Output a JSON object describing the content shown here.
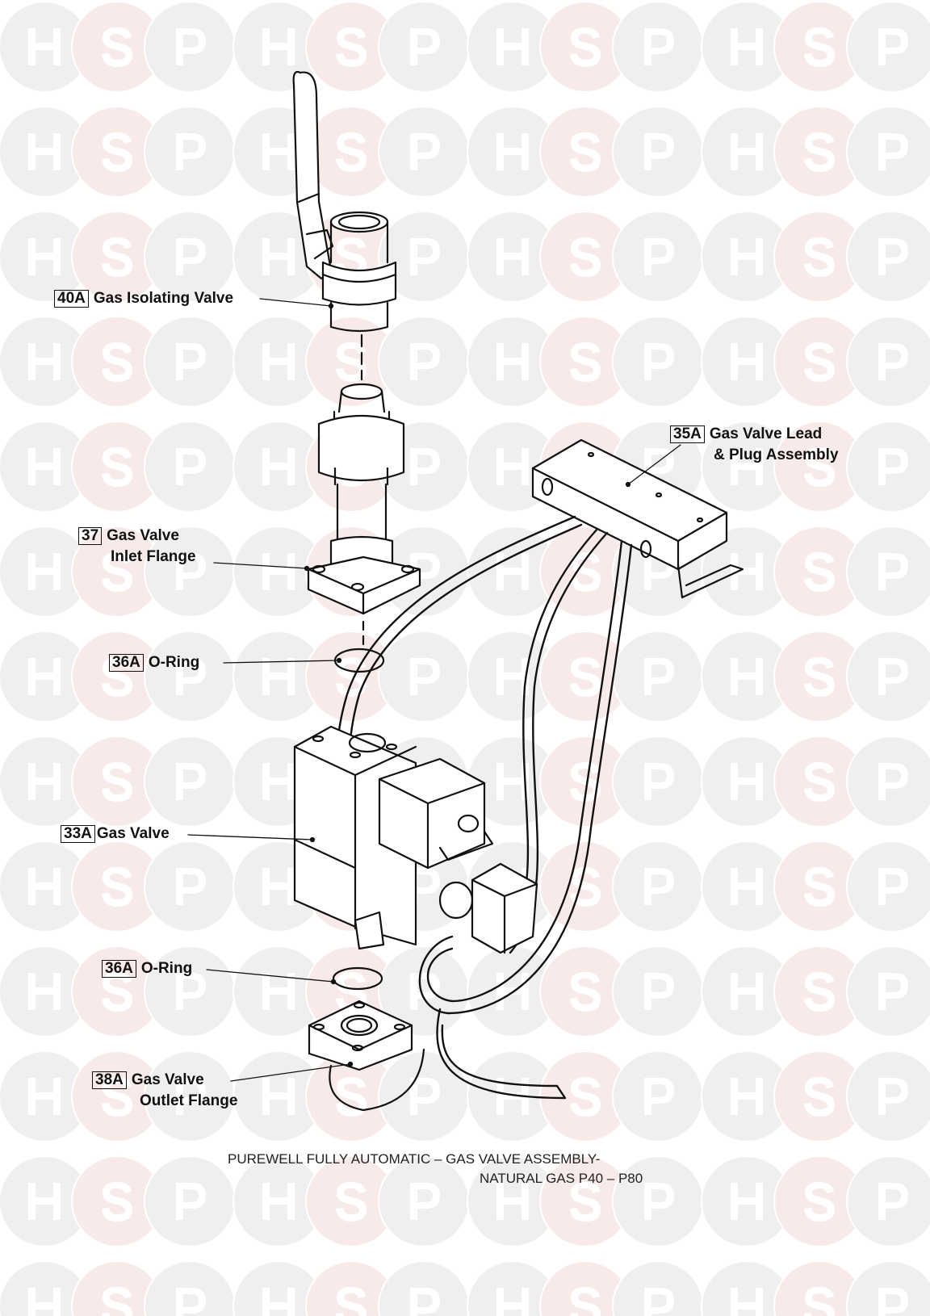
{
  "watermark": {
    "letters": [
      "H",
      "S",
      "P"
    ],
    "colors": {
      "H": "#efefef",
      "S": "#f9eaea",
      "P": "#efefef"
    }
  },
  "callouts": [
    {
      "id": "40A",
      "line1": "Gas Isolating Valve",
      "line2": ""
    },
    {
      "id": "35A",
      "line1": "Gas Valve Lead",
      "line2": "& Plug Assembly"
    },
    {
      "id": "37",
      "line1": "Gas Valve",
      "line2": "Inlet Flange"
    },
    {
      "id": "36A",
      "line1": "O-Ring",
      "line2": ""
    },
    {
      "id": "33A",
      "line1": "Gas Valve",
      "line2": ""
    },
    {
      "id": "36A",
      "line1": "O-Ring",
      "line2": ""
    },
    {
      "id": "38A",
      "line1": "Gas Valve",
      "line2": "Outlet Flange"
    }
  ],
  "caption": {
    "line1": "PUREWELL FULLY AUTOMATIC – GAS VALVE ASSEMBLY-",
    "line2": "NATURAL GAS  P40 – P80"
  }
}
